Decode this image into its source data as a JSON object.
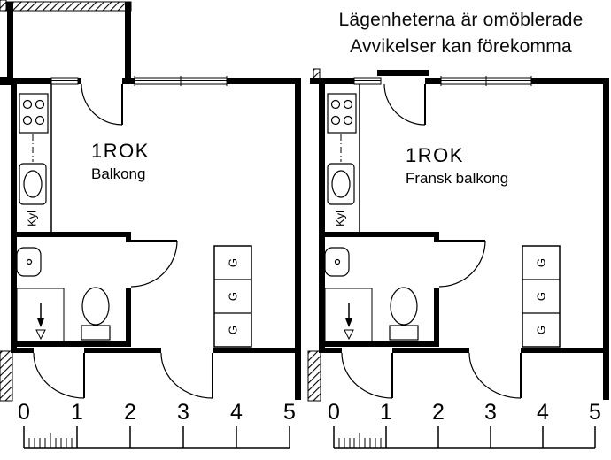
{
  "disclaimer": {
    "line1": "Lägenheterna är omöblerade",
    "line2": "Avvikelser kan förekomma"
  },
  "plan_left": {
    "title": "1ROK",
    "subtitle": "Balkong",
    "fridge": "Kyl",
    "closets": [
      "G",
      "G",
      "G"
    ]
  },
  "plan_right": {
    "title": "1ROK",
    "subtitle": "Fransk balkong",
    "fridge": "Kyl",
    "closets": [
      "G",
      "G",
      "G"
    ]
  },
  "scale_bar": {
    "unit_labels": [
      "0",
      "1",
      "2",
      "3",
      "4",
      "5"
    ]
  },
  "colors": {
    "ink": "#000000",
    "background": "#ffffff"
  }
}
